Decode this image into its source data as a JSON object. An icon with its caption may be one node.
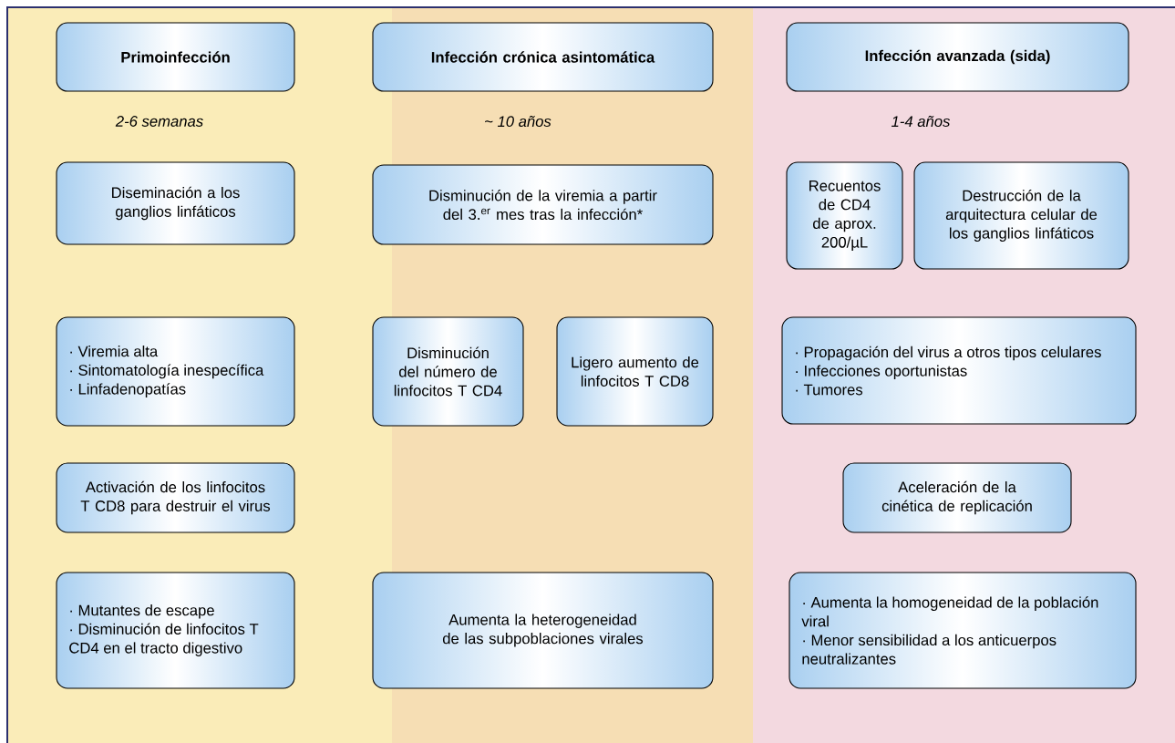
{
  "diagram": {
    "nodes": [
      {
        "text": [],
        "shape": "band"
      },
      {
        "text": [
          "Primoinfección"
        ],
        "in": 0
      },
      {
        "text": [
          "Diseminación a los ganglios linfáticos"
        ],
        "in": 0
      },
      {
        "text": [
          "· Viremia alta",
          "· Sintomatología inespecífica",
          "· Linfadenopatías"
        ],
        "in": 0
      },
      {
        "text": [
          "Activación de los linfocitos T CD8 para destruir el virus"
        ],
        "in": 0
      },
      {
        "text": [
          "· Mutantes de escape",
          "· Disminución de linfocitos T CD4 en el tracto digestivo"
        ],
        "in": 0
      },
      {
        "text": [],
        "shape": "band"
      },
      {
        "text": [
          "Infección crónica asintomática"
        ],
        "in": 6
      },
      {
        "text": [
          "Disminución de la viremia a partir del 3.$^{er}$ mes tras la infección*"
        ],
        "in": 6
      },
      {
        "text": [
          "Disminución del número de linfocitos T CD4"
        ],
        "in": 6
      },
      {
        "text": [
          "Ligero aumento de linfocitos T CD8"
        ],
        "in": 6
      },
      {
        "text": [
          "Aumenta la heterogeneidad de las subpoblaciones virales"
        ],
        "in": 6
      },
      {
        "text": [],
        "shape": "band"
      },
      {
        "text": [
          "Infección avanzada (sida)"
        ],
        "in": 12
      },
      {
        "text": [
          "Recuentos de CD4 de aprox. 200/µL"
        ],
        "in": 12
      },
      {
        "text": [
          "Destrucción de la arquitectura celular de los ganglios linfáticos"
        ],
        "in": 12
      },
      {
        "text": [
          "· Propagación del virus a otros tipos celulares",
          "· Infecciones oportunistas",
          "· Tumores"
        ],
        "in": 12
      },
      {
        "text": [
          "Aceleración de la cinética de replicación"
        ],
        "in": 12
      },
      {
        "text": [
          "· Aumenta la homogeneidad de la población viral",
          "· Menor sensibilidad a los anticuerpos neutralizantes"
        ],
        "in": 12
      }
    ],
    "labels": [
      "2-6 semanas",
      "~ 10 años",
      "1-4 años"
    ]
  }
}
